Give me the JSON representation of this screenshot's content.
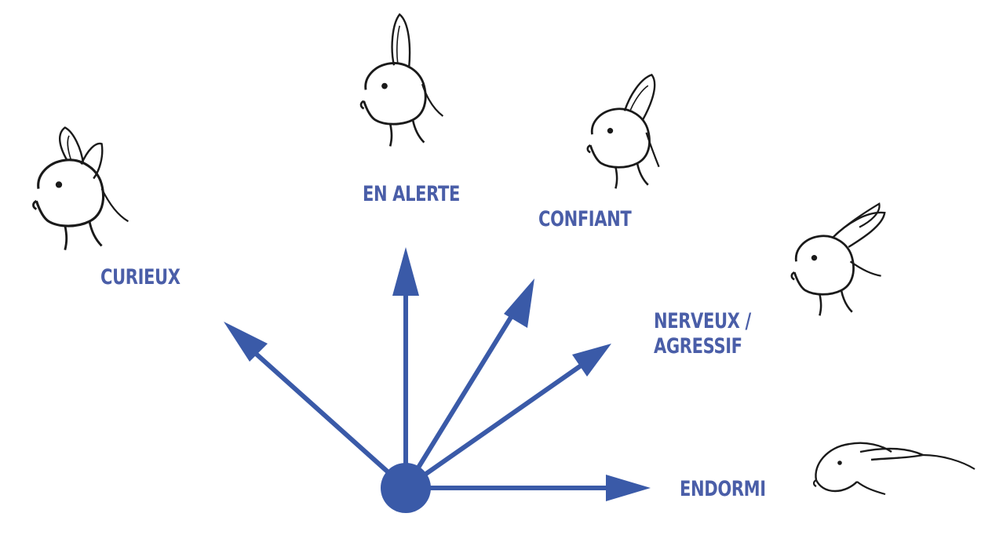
{
  "diagram": {
    "accent_color": "#3a5aa8",
    "ink_color": "#1a1a1a",
    "labels": {
      "curieux": "CURIEUX",
      "en_alerte": "EN ALERTE",
      "confiant": "CONFIANT",
      "nerveux_line1": "NERVEUX /",
      "nerveux_line2": "AGRESSIF",
      "endormi": "ENDORMI"
    },
    "icons": [
      "rabbit-head-curieux-icon",
      "rabbit-head-alert-icon",
      "rabbit-head-confident-icon",
      "rabbit-head-nervous-icon",
      "rabbit-head-sleeping-icon"
    ]
  }
}
